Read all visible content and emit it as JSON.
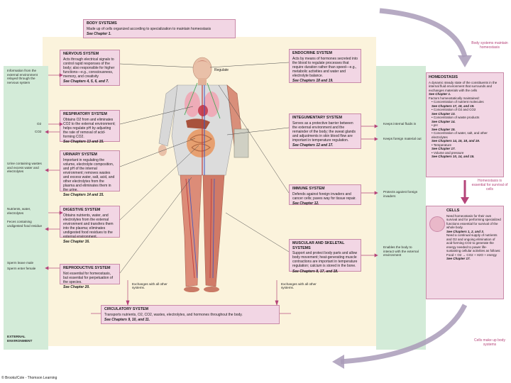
{
  "body_systems": {
    "title": "BODY SYSTEMS",
    "text": "Made up of cells organized according to specialization to maintain homeostasis",
    "chapter": "See Chapter 1."
  },
  "systems": {
    "nervous": {
      "title": "NERVOUS SYSTEM",
      "text": "Acts through electrical signals to control rapid responses of the body; also responsible for higher functions—e.g., consciousness, memory, and creativity",
      "chapter": "See Chapters 4, 5, 6, and 7."
    },
    "endocrine": {
      "title": "ENDOCRINE SYSTEM",
      "text": "Acts by means of hormones secreted into the blood to regulate processes that require duration rather than speed—e.g., metabolic activities and water and electrolyte balance.",
      "chapter": "See Chapters 18 and 19."
    },
    "respiratory": {
      "title": "RESPIRATORY SYSTEM",
      "text": "Obtains O2 from and eliminates CO2 to the external environment; helps regulate pH by adjusting the rate of removal of acid-forming CO2.",
      "chapter": "See Chapters 13 and 15."
    },
    "integumentary": {
      "title": "INTEGUMENTARY SYSTEM",
      "text": "Serves as a protective barrier between the external environment and the remainder of the body; the sweat glands and adjustments in skin blood flow are important in temperature regulation.",
      "chapter": "See Chapters 12 and 17."
    },
    "urinary": {
      "title": "URINARY SYSTEM",
      "text": "Important in regulating the volume, electrolyte composition, and pH of the internal environment; removes wastes and excess water, salt, acid, and other electrolytes from the plasma and eliminates them in the urine.",
      "chapter": "See Chapters 14 and 15."
    },
    "immune": {
      "title": "IMMUNE SYSTEM",
      "text": "Defends against foreign invaders and cancer cells; paves way for tissue repair.",
      "chapter": "See Chapter 12."
    },
    "digestive": {
      "title": "DIGESTIVE SYSTEM",
      "text": "Obtains nutrients, water, and electrolytes from the external environment and transfers them into the plasma; eliminates undigested food residues to the external environment.",
      "chapter": "See Chapter 16."
    },
    "muscular": {
      "title": "MUSCULAR AND SKELETAL SYSTEMS",
      "text": "Support and protect body parts and allow body movement; heat-generating muscle contractions are important in temperature regulation; calcium is stored in the bone.",
      "chapter": "See Chapters 8, 17, and 18."
    },
    "reproductive": {
      "title": "REPRODUCTIVE SYSTEM",
      "text": "Not essential for homeostasis, but essential for perpetuation of the species.",
      "chapter": "See Chapter 20."
    },
    "circulatory": {
      "title": "CIRCULATORY SYSTEM",
      "text": "Transports nutrients, O2, CO2, wastes, electrolytes, and hormones throughout the body.",
      "chapter": "See Chapters 9, 10, and 11."
    }
  },
  "labels": {
    "regulate": "Regulate",
    "exchanges_left": "Exchanges with all other systems.",
    "exchanges_right": "Exchanges with all other systems.",
    "external_env": "EXTERNAL ENVIRONMENT",
    "copyright": "© Brooks/Cole - Thomson Learning"
  },
  "left_notes": {
    "info": "Information from the external environment relayed through the nervous system",
    "o2": "O2",
    "co2": "CO2",
    "urine": "Urine containing wastes and excess water and electrolytes",
    "nutrients": "Nutrients, water, electrolytes",
    "feces": "Feces containing undigested food residue",
    "sperm_male": "Sperm leave male",
    "sperm_female": "Sperm enter female"
  },
  "right_notes": {
    "keeps_in": "Keeps internal fluids in",
    "keeps_out": "Keeps foreign material out",
    "protects": "Protects against foreign invaders",
    "enables": "Enables the body to interact with the external environment"
  },
  "flow": {
    "maintain": "Body systems maintain homeostasis",
    "essential": "Homeostasis is essential for survival of cells",
    "cells_make_up": "Cells make up body systems"
  },
  "homeostasis": {
    "title": "HOMEOSTASIS",
    "text": "A dynamic steady state of the constituents in the internal fluid environment that surrounds and exchanges materials with the cells",
    "chapter": "See Chapter 1.",
    "factors_intro": "Factors homeostatically maintained:",
    "items": [
      {
        "text": "• Concentration of nutrient molecules",
        "chapter": "See Chapters 17, 18, and 19."
      },
      {
        "text": "• Concentration of O2 and CO2",
        "chapter": "See Chapter 13."
      },
      {
        "text": "• Concentration of waste products",
        "chapter": "See Chapter 14."
      },
      {
        "text": "• pH",
        "chapter": "See Chapter 15."
      },
      {
        "text": "• Concentration of water, salt, and other electrolytes",
        "chapter": "See Chapters 14, 15, 18, and 19."
      },
      {
        "text": "• Temperature",
        "chapter": "See Chapter 17."
      },
      {
        "text": "• Volume and pressure",
        "chapter": "See Chapters 10, 14, and 15."
      }
    ]
  },
  "cells": {
    "title": "CELLS",
    "text1": "Need homeostasis for their own survival and for performing specialized functions essential for survival of the whole body.",
    "chapter1": "See Chapters 1, 2, and 3.",
    "text2": "Need a continual supply of nutrients and O2 and ongoing elimination of acid-forming CO2 to generate the energy needed to power life-sustaining cellular activities as follows:",
    "equation": "Food + O2 → CO2 + H2O + energy",
    "chapter2": "See Chapter 17."
  },
  "colors": {
    "panel_bg": "#fbf3dc",
    "green_strip": "#d3ebd8",
    "system_box": "#f2d6e4",
    "accent_pink": "#b5457a",
    "arrow_gray": "#a99bb8"
  }
}
